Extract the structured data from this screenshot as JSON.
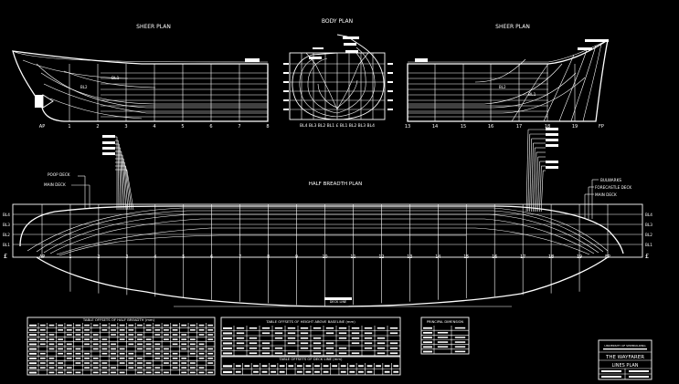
{
  "views": {
    "sheer_left_title": "SHEER PLAN",
    "sheer_right_title": "SHEER PLAN",
    "body_title": "BODY PLAN",
    "half_breadth_title": "HALF BREADTH PLAN"
  },
  "stations": {
    "aft": [
      "AP",
      "1",
      "2",
      "3",
      "4",
      "5",
      "6",
      "7",
      "8"
    ],
    "fwd": [
      "13",
      "14",
      "15",
      "16",
      "17",
      "18",
      "19",
      "FP"
    ],
    "half_breadth": [
      "AP",
      "1",
      "2",
      "3",
      "4",
      "5",
      "6",
      "7",
      "8",
      "9",
      "10",
      "11",
      "12",
      "13",
      "14",
      "15",
      "16",
      "17",
      "18",
      "19",
      "FP"
    ]
  },
  "waterlines": {
    "left": [
      "BL4",
      "BL3",
      "BL2",
      "BL1"
    ],
    "right": [
      "BL4",
      "BL3",
      "BL2",
      "BL1"
    ],
    "centerline": "£"
  },
  "labels": {
    "sheer_bl1_left": "BL1",
    "sheer_bl2_left": "BL2",
    "sheer_bl1_right": "BL1",
    "sheer_bl2_right": "BL2",
    "poop_deck": "POOP DECK",
    "main_deck_left": "MAIN DECK",
    "bulwarks": "BULWARKS",
    "forecastle_deck": "FORECASTLE DECK",
    "main_deck_right": "MAIN DECK",
    "body_stations_bottom": "BL4 BL3 BL2 BL1 £ BL1 BL2 BL3 BL4",
    "deck_line": "DECK LINE"
  },
  "tables": {
    "half_breadth_title": "TABLE OFFSETS OF HALF BREADTH (mm)",
    "height_title": "TABLE OFFSETS OF HEIGHT ABOVE BASELINE (mm)",
    "deck_title": "TABLE OFFSETS OF DECK LINE (mm)",
    "principal_title": "PRINCIPAL DIMENSION"
  },
  "title_block": {
    "institution": "UNIVERSITY OF SHIPBUILDING",
    "project_name": "THE WAYFARER",
    "drawing_name": "LINES PLAN"
  }
}
